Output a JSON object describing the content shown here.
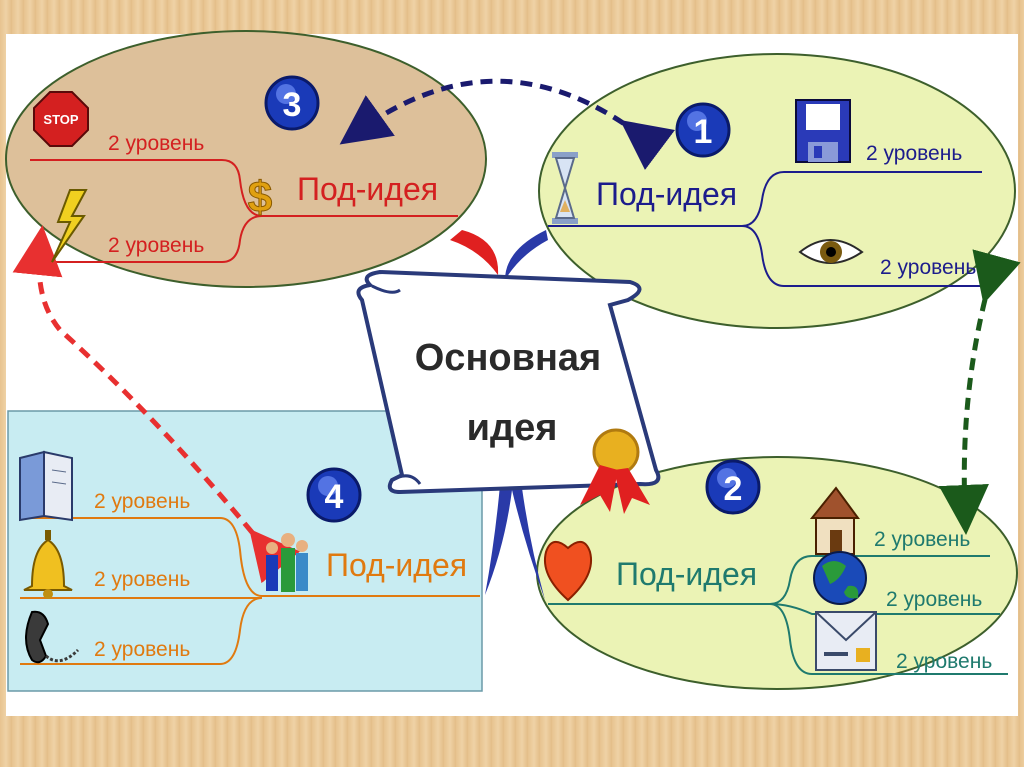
{
  "center": {
    "line1": "Основная",
    "line2": "идея"
  },
  "branches": [
    {
      "number": "1",
      "title": "Под-идея",
      "items": [
        "2 уровень",
        "2 уровень"
      ],
      "icons": [
        "hourglass-icon",
        "floppy-disk-icon",
        "eye-icon"
      ]
    },
    {
      "number": "2",
      "title": "Под-идея",
      "items": [
        "2 уровень",
        "2 уровень",
        "2 уровень"
      ],
      "icons": [
        "heart-icon",
        "house-icon",
        "globe-icon",
        "envelope-icon"
      ]
    },
    {
      "number": "3",
      "title": "Под-идея",
      "items": [
        "2 уровень",
        "2 уровень"
      ],
      "icons": [
        "dollar-icon",
        "stop-sign-icon",
        "lightning-icon"
      ]
    },
    {
      "number": "4",
      "title": "Под-идея",
      "items": [
        "2 уровень",
        "2 уровень",
        "2 уровень"
      ],
      "icons": [
        "people-icon",
        "book-icon",
        "bell-icon",
        "phone-icon"
      ]
    }
  ],
  "stop_sign_text": "STOP",
  "colors": {
    "branch1": "#1c1c8c",
    "branch2": "#1f7a6e",
    "branch3": "#d42020",
    "branch4": "#e07a10"
  }
}
